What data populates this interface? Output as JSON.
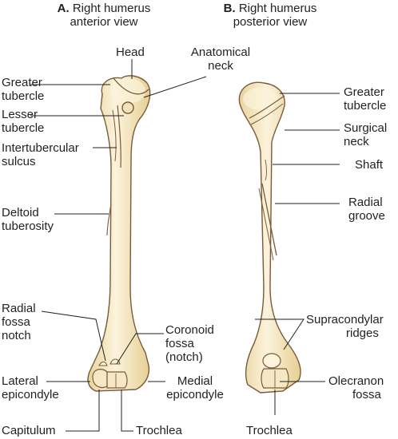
{
  "panels": {
    "anterior": {
      "letter": "A.",
      "title_1": "Right humerus",
      "title_2": "anterior view",
      "labels": {
        "head": "Head",
        "anatomical_neck_1": "Anatomical",
        "anatomical_neck_2": "neck",
        "greater_tubercle_1": "Greater",
        "greater_tubercle_2": "tubercle",
        "lesser_tubercle_1": "Lesser",
        "lesser_tubercle_2": "tubercle",
        "intertubercular_1": "Intertubercular",
        "intertubercular_2": "sulcus",
        "deltoid_1": "Deltoid",
        "deltoid_2": "tuberosity",
        "radial_fossa_1": "Radial",
        "radial_fossa_2": "fossa",
        "radial_fossa_3": "notch",
        "coronoid_1": "Coronoid",
        "coronoid_2": "fossa",
        "coronoid_3": "(notch)",
        "lateral_epi_1": "Lateral",
        "lateral_epi_2": "epicondyle",
        "medial_epi_1": "Medial",
        "medial_epi_2": "epicondyle",
        "capitulum": "Capitulum",
        "trochlea": "Trochlea"
      }
    },
    "posterior": {
      "letter": "B.",
      "title_1": "Right humerus",
      "title_2": "posterior view",
      "labels": {
        "greater_tubercle_1": "Greater",
        "greater_tubercle_2": "tubercle",
        "surgical_neck_1": "Surgical",
        "surgical_neck_2": "neck",
        "shaft": "Shaft",
        "radial_groove_1": "Radial",
        "radial_groove_2": "groove",
        "supracondylar_1": "Supracondylar",
        "supracondylar_2": "ridges",
        "olecranon_1": "Olecranon",
        "olecranon_2": "fossa",
        "trochlea": "Trochlea"
      }
    }
  },
  "colors": {
    "bone_fill": "#f3e3b6",
    "bone_light": "#fbf3dc",
    "bone_outline": "#7a5a3a",
    "leader_line": "#231f20",
    "text": "#231f20"
  }
}
